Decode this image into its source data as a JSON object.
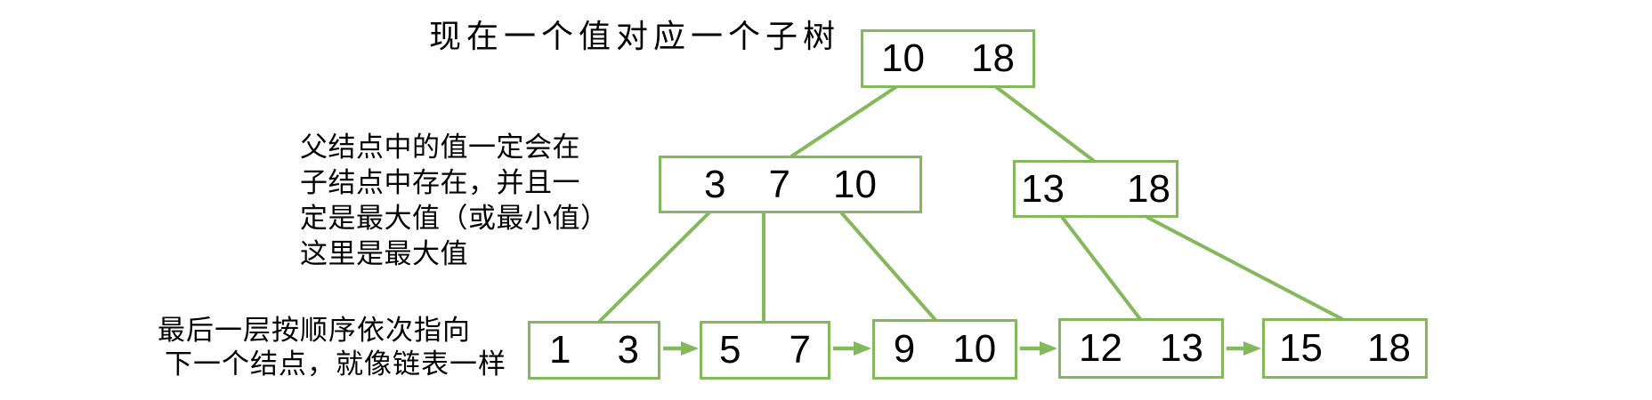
{
  "diagram": {
    "kind": "bplus-tree",
    "annotations": {
      "root_note": "现在一个值对应一个子树",
      "parent_rule": {
        "lines": [
          "父结点中的值一定会在",
          "子结点中存在，并且一",
          "定是最大值（或最小值）",
          "这里是最大值"
        ]
      },
      "leaf_rule": {
        "lines": [
          "最后一层按顺序依次指向",
          "下一个结点，就像链表一样"
        ]
      }
    },
    "tree": {
      "root": {
        "values": [
          "10",
          "18"
        ]
      },
      "internal": [
        {
          "values": [
            "3",
            "7",
            "10"
          ]
        },
        {
          "values": [
            "13",
            "18"
          ]
        }
      ],
      "leaves": [
        {
          "values": [
            "1",
            "3"
          ]
        },
        {
          "values": [
            "5",
            "7"
          ]
        },
        {
          "values": [
            "9",
            "10"
          ]
        },
        {
          "values": [
            "12",
            "13"
          ]
        },
        {
          "values": [
            "15",
            "18"
          ]
        }
      ]
    }
  },
  "colors": {
    "edge_green": "#83b95a",
    "text_black": "#000000",
    "background": "#ffffff"
  }
}
